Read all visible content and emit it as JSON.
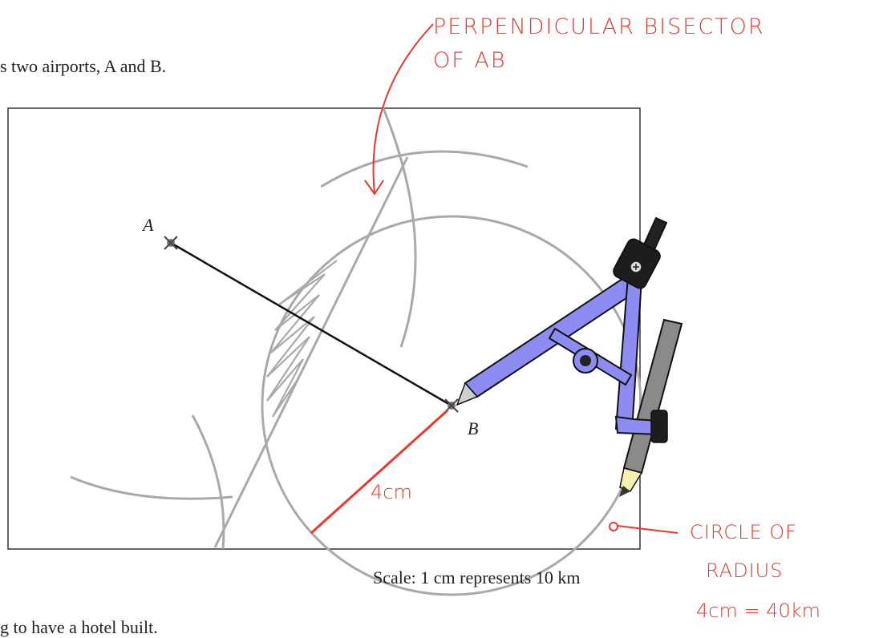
{
  "intro_text": "s two airports, A and B.",
  "label_a": "A",
  "label_b": "B",
  "scale_text": "Scale: 1 cm represents 10 km",
  "footer_text": "g to have a hotel built.",
  "annotations": {
    "bisector_line1": "PERPENDICULAR BISECTOR",
    "bisector_line2": "OF AB",
    "radius_label": "4cm",
    "circle_line1": "CIRCLE OF",
    "circle_line2": "RADIUS",
    "circle_line3": "4cm = 40km"
  },
  "colors": {
    "ink": "#222222",
    "construction": "#a9a9a9",
    "annotation": "#e8392c",
    "compass": "#8c8cf2",
    "pencil": "#8a8a8a"
  }
}
